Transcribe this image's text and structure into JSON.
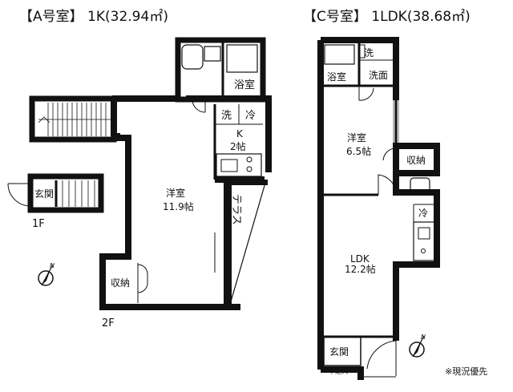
{
  "plan_a": {
    "title_prefix": "【A号室】",
    "title_type": "1K",
    "title_area": "(32.94㎡)",
    "rooms": {
      "bath": "浴室",
      "washer": "洗",
      "fridge": "冷",
      "kitchen": "K",
      "kitchen_size": "2帖",
      "western": "洋室",
      "western_size": "11.9帖",
      "terrace": "テラス",
      "closet": "収納",
      "entrance": "玄関"
    },
    "floor_1": "1F",
    "floor_2": "2F"
  },
  "plan_c": {
    "title_prefix": "【C号室】",
    "title_type": "1LDK",
    "title_area": "(38.68㎡)",
    "rooms": {
      "washer": "洗",
      "bath": "浴室",
      "washroom": "洗面",
      "western": "洋室",
      "western_size": "6.5帖",
      "closet": "収納",
      "fridge": "冷",
      "ldk": "LDK",
      "ldk_size": "12.2帖",
      "entrance": "玄関",
      "shoe_area": "下足入"
    }
  },
  "compass_label": "N",
  "note": "※現況優先"
}
